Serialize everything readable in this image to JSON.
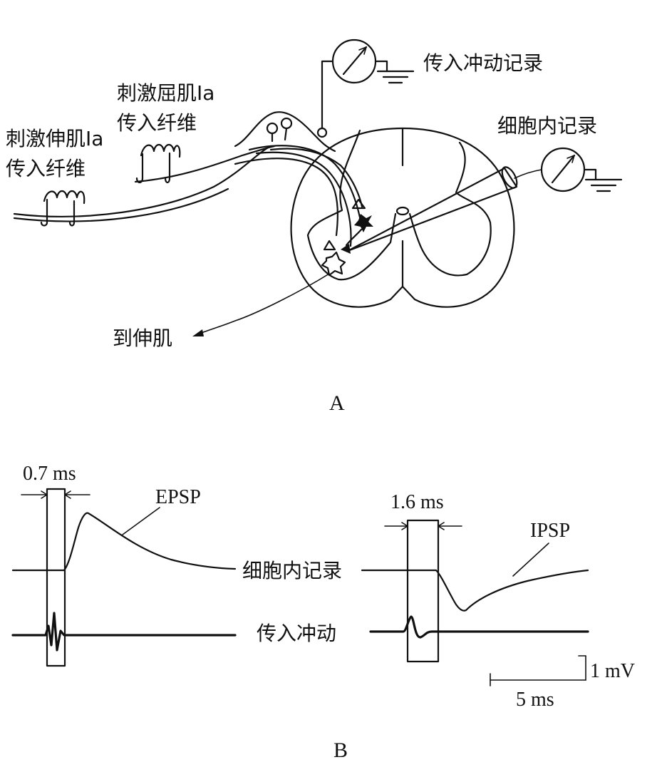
{
  "panel_a": {
    "label": "A",
    "stim_extensor": [
      "刺激伸肌Ia",
      "传入纤维"
    ],
    "stim_flexor": [
      "刺激屈肌Ia",
      "传入纤维"
    ],
    "afferent_record": "传入冲动记录",
    "intracellular_record": "细胞内记录",
    "to_extensor": "到伸肌"
  },
  "panel_b": {
    "label": "B",
    "epsp_window": "0.7 ms",
    "ipsp_window": "1.6 ms",
    "epsp": "EPSP",
    "ipsp": "IPSP",
    "intracellular_trace": "细胞内记录",
    "afferent_trace": "传入冲动",
    "scale_voltage": "1 mV",
    "scale_time": "5 ms"
  }
}
